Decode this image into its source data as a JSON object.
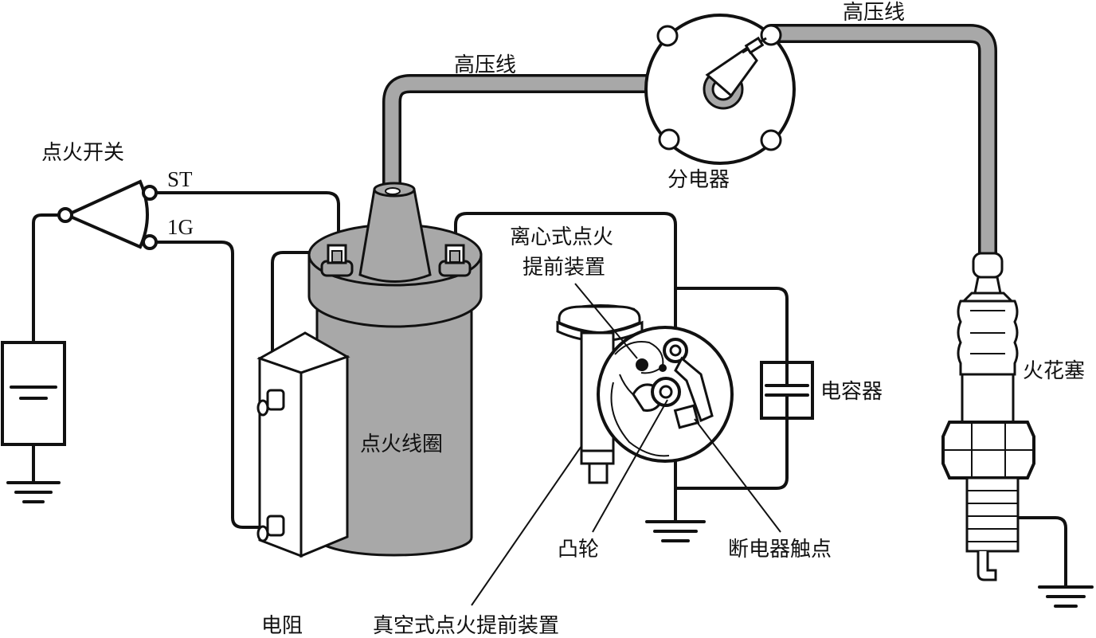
{
  "labels": {
    "ignition_switch": "点火开关",
    "st_terminal": "ST",
    "ig_terminal": "1G",
    "hv_wire_left": "高压线",
    "hv_wire_right": "高压线",
    "distributor": "分电器",
    "centrifugal_advance_line1": "离心式点火",
    "centrifugal_advance_line2": "提前装置",
    "spark_plug": "火花塞",
    "capacitor": "电容器",
    "ignition_coil": "点火线圈",
    "cam": "凸轮",
    "breaker_contacts": "断电器触点",
    "resistor": "电阻",
    "vacuum_advance": "真空式点火提前装置"
  },
  "colors": {
    "line": "#111111",
    "coil_fill": "#a8a8a8",
    "hv_wire_fill": "#a8a8a8",
    "background": "#ffffff"
  }
}
